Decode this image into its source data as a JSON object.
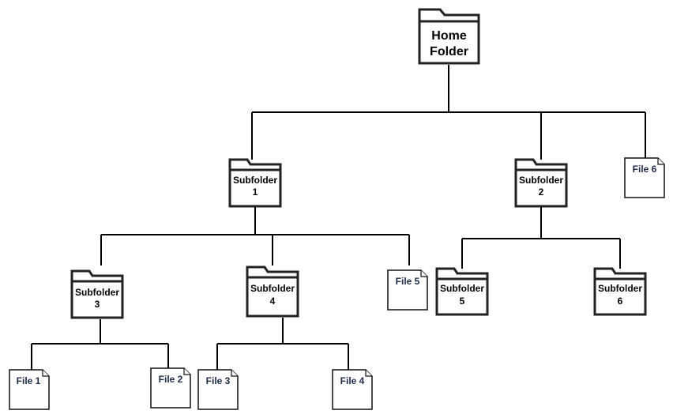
{
  "home": {
    "line1": "Home",
    "line2": "Folder"
  },
  "subfolders": [
    {
      "line1": "Subfolder",
      "line2": "1"
    },
    {
      "line1": "Subfolder",
      "line2": "2"
    },
    {
      "line1": "Subfolder",
      "line2": "3"
    },
    {
      "line1": "Subfolder",
      "line2": "4"
    },
    {
      "line1": "Subfolder",
      "line2": "5"
    },
    {
      "line1": "Subfolder",
      "line2": "6"
    }
  ],
  "files": [
    {
      "label": "File 1"
    },
    {
      "label": "File 2"
    },
    {
      "label": "File 3"
    },
    {
      "label": "File 4"
    },
    {
      "label": "File 5"
    },
    {
      "label": "File 6"
    }
  ],
  "colors": {
    "line": "#000000",
    "folder_stroke": "#222222",
    "file_text": "#1c2a4a"
  }
}
